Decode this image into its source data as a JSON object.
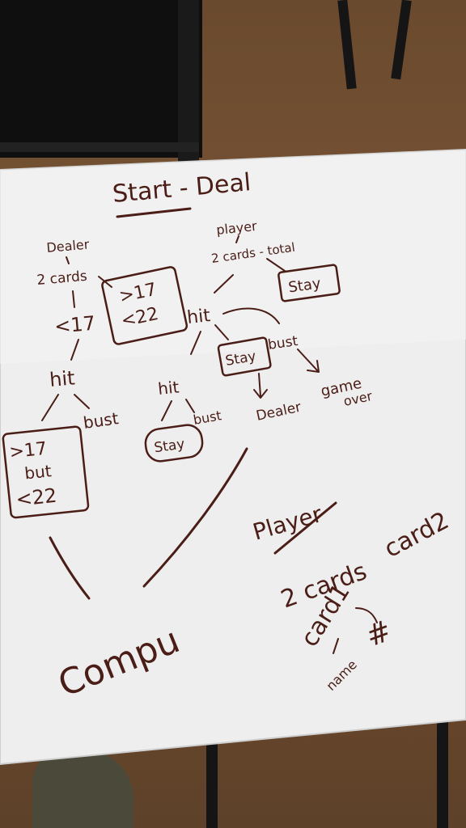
{
  "title": "Start - Deal",
  "dealer": {
    "label": "Dealer",
    "cards": "2 cards",
    "range_box": [
      ">17",
      "<22"
    ],
    "lt17": "<17",
    "hit": "hit",
    "bust": "bust",
    "final_box": [
      ">17",
      "but",
      "<22"
    ]
  },
  "player_tree": {
    "label": "player",
    "cards": "2 cards - total",
    "stay_box": "Stay",
    "hit": "hit",
    "stay_box2": "Stay",
    "bust": "bust",
    "dealer": "Dealer",
    "game_over": [
      "game",
      "over"
    ],
    "hit2": "hit",
    "stay_box3": "Stay",
    "bust2": "bust"
  },
  "computer": "Compu",
  "player_notes": {
    "heading": "Player",
    "cards": "2 cards",
    "card1": "card1",
    "card2": "card2",
    "name": "name",
    "number": "#"
  }
}
